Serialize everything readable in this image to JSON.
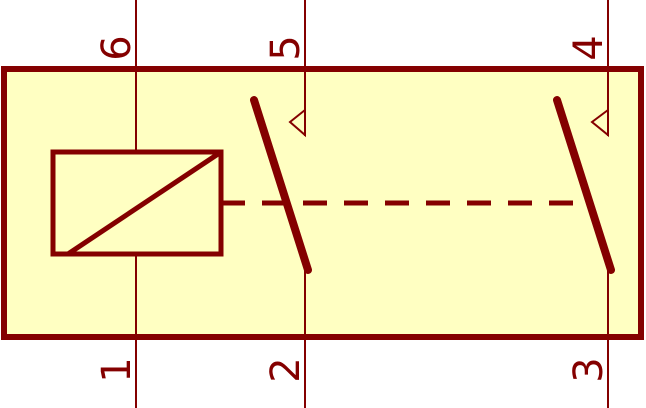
{
  "diagram": {
    "component": "relay",
    "colors": {
      "body_fill": "#ffffc2",
      "stroke": "#840000",
      "background": "#ffffff"
    },
    "pins": {
      "p1": "1",
      "p2": "2",
      "p3": "3",
      "p4": "4",
      "p5": "5",
      "p6": "6"
    },
    "icons": {
      "coil": "relay-coil-icon",
      "switch_a": "switch-contact-icon",
      "switch_b": "switch-contact-icon"
    }
  }
}
